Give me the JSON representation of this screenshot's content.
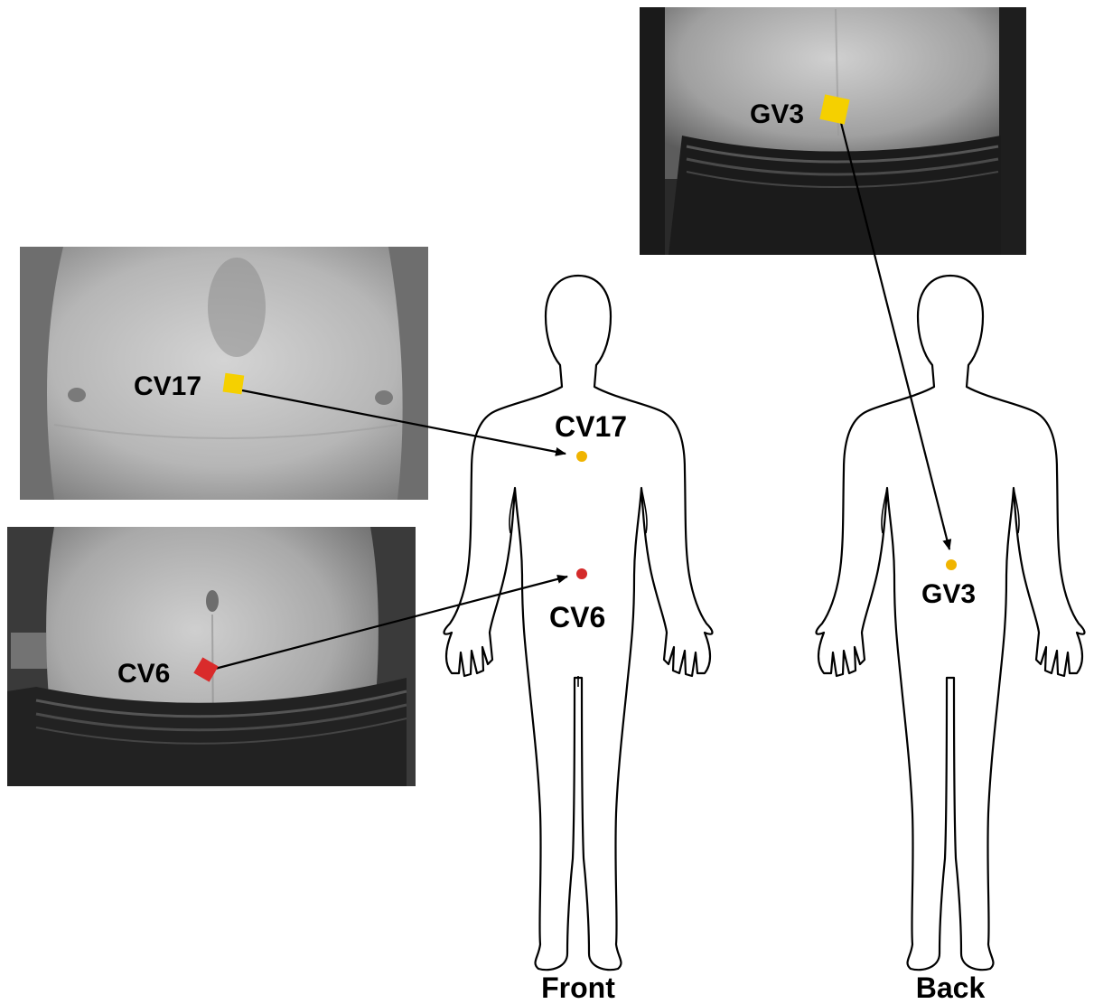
{
  "figure": {
    "views": [
      {
        "id": "front",
        "label": "Front"
      },
      {
        "id": "back",
        "label": "Back"
      }
    ],
    "points": [
      {
        "id": "cv17",
        "photo_label": "CV17",
        "figure_label": "CV17",
        "view": "Front",
        "color": "#f5c518"
      },
      {
        "id": "cv6",
        "photo_label": "CV6",
        "figure_label": "CV6",
        "view": "Front",
        "color": "#d92b2b"
      },
      {
        "id": "gv3",
        "photo_label": "GV3",
        "figure_label": "GV3",
        "view": "Back",
        "color": "#f5c518"
      }
    ]
  },
  "colors": {
    "marker_yellow": "#f5d000",
    "marker_red": "#d92b2b",
    "dot_yellow": "#f0b400",
    "dot_red": "#d42a2a",
    "outline": "#000000"
  }
}
